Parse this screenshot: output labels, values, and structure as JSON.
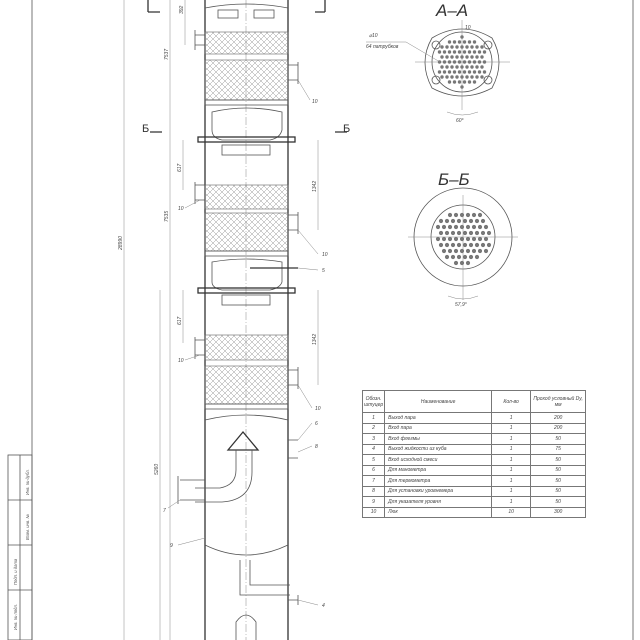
{
  "drawing": {
    "section_aa": {
      "title": "А–А",
      "hole_label": "⌀10",
      "hole_note": "64 патрубков",
      "dim_top": "10",
      "angle": "60°"
    },
    "section_bb": {
      "title": "Б–Б",
      "angle": "57,9°"
    },
    "cut_mark_b": "Б",
    "dimensions": {
      "top": "392",
      "upper_section": "7537",
      "middle_section": "7535",
      "flange_offset_1": "617",
      "flange_offset_2": "617",
      "nozzle_span_1": "1342",
      "nozzle_span_2": "1342",
      "bottom": "5260",
      "total": "28990"
    },
    "nozzle_labels": [
      "10",
      "10",
      "10",
      "5",
      "10",
      "6",
      "8",
      "7",
      "9",
      "4",
      "10"
    ]
  },
  "nozzle_table": {
    "headers": [
      "Обозн. штуцер",
      "Наименование",
      "Кол-во",
      "Проход условный Dу, мм"
    ],
    "rows": [
      {
        "id": "1",
        "name": "Выход пара",
        "qty": "1",
        "dn": "200"
      },
      {
        "id": "2",
        "name": "Вход пара",
        "qty": "1",
        "dn": "200"
      },
      {
        "id": "3",
        "name": "Вход флегмы",
        "qty": "1",
        "dn": "50"
      },
      {
        "id": "4",
        "name": "Выход жидкости из куба",
        "qty": "1",
        "dn": "75"
      },
      {
        "id": "5",
        "name": "Вход исходной смеси",
        "qty": "1",
        "dn": "50"
      },
      {
        "id": "6",
        "name": "Для манометра",
        "qty": "1",
        "dn": "50"
      },
      {
        "id": "7",
        "name": "Для термометра",
        "qty": "1",
        "dn": "50"
      },
      {
        "id": "8",
        "name": "Для установки уровнемера",
        "qty": "1",
        "dn": "50"
      },
      {
        "id": "9",
        "name": "Для указателя уровня",
        "qty": "1",
        "dn": "50"
      },
      {
        "id": "10",
        "name": "Люк",
        "qty": "10",
        "dn": "300"
      }
    ]
  },
  "stamp": {
    "labels": [
      "Инв. № подл.",
      "Подп. и дата",
      "Взам. инв. №",
      "Инв. № дубл."
    ]
  }
}
